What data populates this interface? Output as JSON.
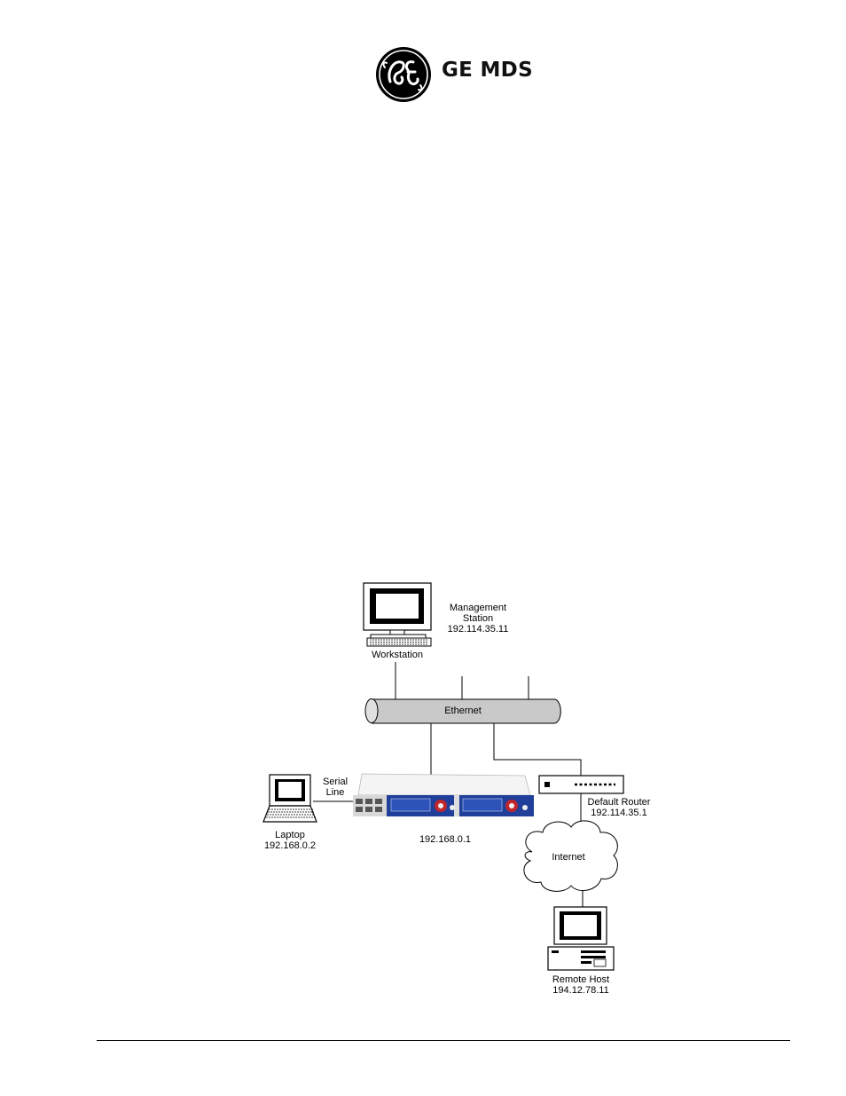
{
  "header": {
    "logo_mark": "GE",
    "brand": "GE MDS"
  },
  "diagram": {
    "workstation": {
      "label": "Workstation"
    },
    "management_station": {
      "line1": "Management",
      "line2": "Station",
      "ip": "192.114.35.11"
    },
    "ethernet": {
      "label": "Ethernet"
    },
    "serial_line": {
      "line1": "Serial",
      "line2": "Line"
    },
    "laptop": {
      "label": "Laptop",
      "ip": "192.168.0.2"
    },
    "device": {
      "ip": "192.168.0.1"
    },
    "router": {
      "label": "Default Router",
      "ip": "192.114.35.1"
    },
    "internet": {
      "label": "Internet"
    },
    "remote_host": {
      "label": "Remote Host",
      "ip": "194.12.78.11"
    }
  },
  "colors": {
    "device_blue": "#1f3f9a",
    "device_red": "#c0262c",
    "pipe_gray": "#c9c9c9"
  }
}
